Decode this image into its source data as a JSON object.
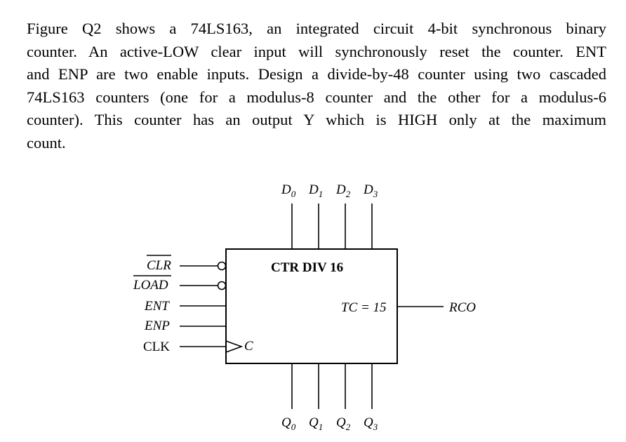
{
  "question": {
    "lines": [
      "Figure Q2 shows a 74LS163, an integrated circuit 4-bit synchronous binary",
      "counter. An active-LOW clear input will synchronously reset the counter. ENT",
      "and ENP are two enable inputs. Design a divide-by-48 counter using two cascaded",
      "74LS163 counters (one for a modulus-8 counter and the other for a modulus-6",
      "counter). This counter has an output Y which is HIGH only at the maximum",
      "count."
    ]
  },
  "chip": {
    "title": "CTR DIV 16",
    "tc_label": "TC = 15",
    "clock_label": "C",
    "output_label": "RCO",
    "inputs": [
      {
        "label": "CLR",
        "inverted": true,
        "overbar": true
      },
      {
        "label": "LOAD",
        "inverted": true,
        "overbar": true
      },
      {
        "label": "ENT",
        "inverted": false,
        "overbar": false
      },
      {
        "label": "ENP",
        "inverted": false,
        "overbar": false
      },
      {
        "label": "CLK",
        "inverted": false,
        "overbar": false
      }
    ],
    "data_inputs": [
      {
        "base": "D",
        "sub": "0"
      },
      {
        "base": "D",
        "sub": "1"
      },
      {
        "base": "D",
        "sub": "2"
      },
      {
        "base": "D",
        "sub": "3"
      }
    ],
    "outputs": [
      {
        "base": "Q",
        "sub": "0"
      },
      {
        "base": "Q",
        "sub": "1"
      },
      {
        "base": "Q",
        "sub": "2"
      },
      {
        "base": "Q",
        "sub": "3"
      }
    ]
  }
}
